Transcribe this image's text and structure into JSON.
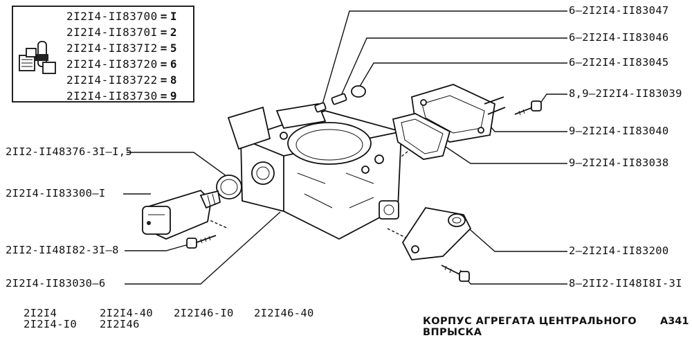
{
  "kit_table": {
    "rows": [
      {
        "code": "2I2I4-II83700",
        "eq": "=",
        "sym": "I"
      },
      {
        "code": "2I2I4-II8370I",
        "eq": "=",
        "sym": "2"
      },
      {
        "code": "2I2I4-II837I2",
        "eq": "=",
        "sym": "5"
      },
      {
        "code": "2I2I4-II83720",
        "eq": "=",
        "sym": "6"
      },
      {
        "code": "2I2I4-II83722",
        "eq": "=",
        "sym": "8"
      },
      {
        "code": "2I2I4-II83730",
        "eq": "=",
        "sym": "9"
      }
    ]
  },
  "callouts_right": [
    {
      "label": "6—2I2I4-II83047"
    },
    {
      "label": "6—2I2I4-II83046"
    },
    {
      "label": "6—2I2I4-II83045"
    },
    {
      "label": "8,9—2I2I4-II83039"
    },
    {
      "label": "9—2I2I4-II83040"
    },
    {
      "label": "9—2I2I4-II83038"
    },
    {
      "label": "2—2I2I4-II83200"
    },
    {
      "label": "8—2II2-II48I8I-3I"
    }
  ],
  "callouts_left": [
    {
      "label": "2II2-II48376-3I—I,5"
    },
    {
      "label": "2I2I4-II83300—I"
    },
    {
      "label": "2II2-II48I82-3I—8"
    },
    {
      "label": "2I2I4-II83030—6"
    }
  ],
  "variants": {
    "a1": "2I2I4",
    "a2": "2I2I4-I0",
    "b1": "2I2I4-40",
    "b2": "2I2I46",
    "c1": "2I2I46-I0",
    "d1": "2I2I46-40"
  },
  "footer": {
    "title": "КОРПУС АГРЕГАТА ЦЕНТРАЛЬНОГО ВПРЫСКА",
    "sheet": "A341"
  }
}
